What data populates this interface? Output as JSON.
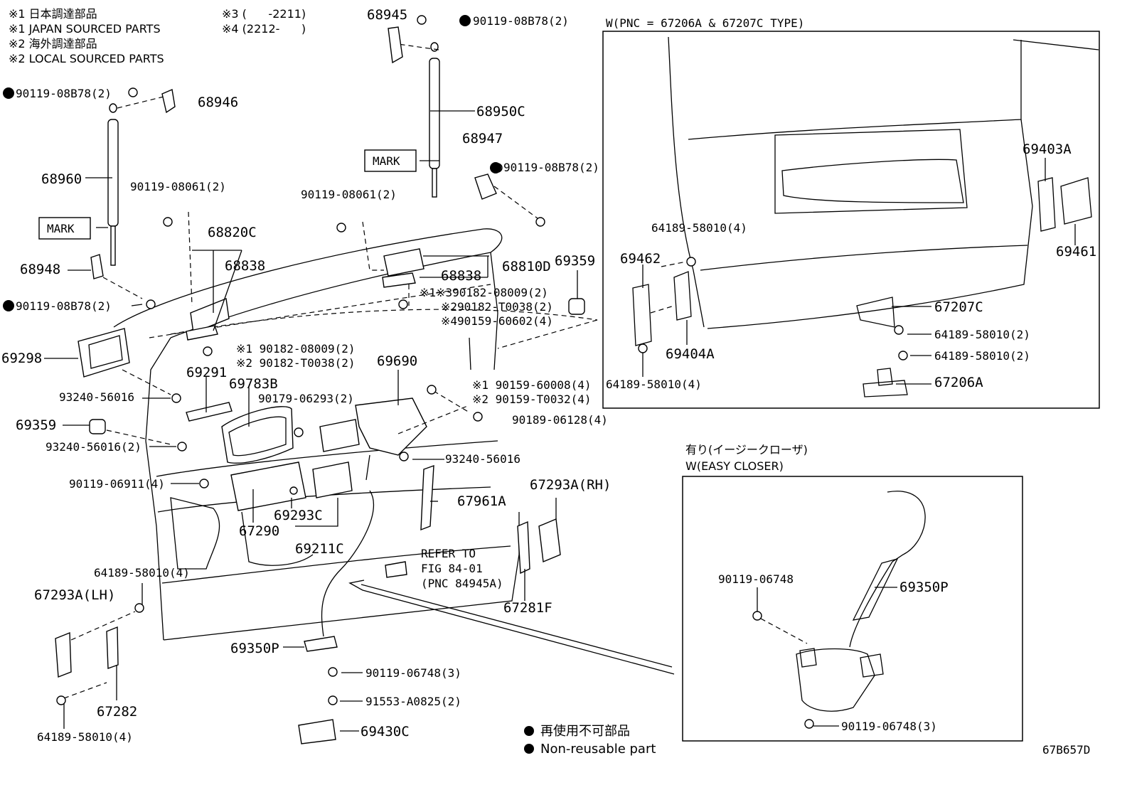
{
  "notes": {
    "n1_jp": "※1 日本調達部品",
    "n1_en": "※1 JAPAN SOURCED PARTS",
    "n2_jp": "※2 海外調達部品",
    "n2_en": "※2 LOCAL SOURCED PARTS",
    "n3": "※3 (      -2211)",
    "n4": "※4 (2212-      )"
  },
  "inset_w_title": "W(PNC = 67206A & 67207C TYPE)",
  "inset_closer_title_jp": "有り(イージークローザ)",
  "inset_closer_title_en": "W(EASY CLOSER)",
  "labels": {
    "p68945": "68945",
    "p90119_08B78_top": "90119-08B78(2)",
    "p90119_08B78_left": "90119-08B78(2)",
    "p68946": "68946",
    "p68950C": "68950C",
    "p68947": "68947",
    "p90119_08B78_mid": "90119-08B78(2)",
    "mark1": "MARK",
    "mark2": "MARK",
    "p68960": "68960",
    "p90119_08061_a": "90119-08061(2)",
    "p90119_08061_b": "90119-08061(2)",
    "p68820C": "68820C",
    "p68838_a": "68838",
    "p68838_b": "68838",
    "p68810D": "68810D",
    "p69359_r": "69359",
    "p68948": "68948",
    "p90119_08B78_low": "90119-08B78(2)",
    "n90182_08009_a": "※1※390182-08009(2)",
    "n90182_T0038_a": "※290182-T0038(2)",
    "n90159_60602": "※490159-60602(4)",
    "p69298": "69298",
    "n90182_08009_b": "※1 90182-08009(2)",
    "n90182_T0038_b": "※2 90182-T0038(2)",
    "p69291": "69291",
    "p69783B": "69783B",
    "p69690": "69690",
    "p90179_06293": "90179-06293(2)",
    "n90159_60008": "※1 90159-60008(4)",
    "n90159_T0032": "※2 90159-T0032(4)",
    "p93240_56016_a": "93240-56016",
    "p90189_06128": "90189-06128(4)",
    "p69359_l": "69359",
    "p93240_56016_b": "93240-56016(2)",
    "p93240_56016_c": "93240-56016",
    "p90119_06911": "90119-06911(4)",
    "p67293A_RH": "67293A(RH)",
    "p67961A": "67961A",
    "p69293C": "69293C",
    "p67290": "67290",
    "p69211C": "69211C",
    "refer1": "REFER TO",
    "refer2": "FIG 84-01",
    "refer3": "(PNC 84945A)",
    "p64189_58010_a": "64189-58010(4)",
    "p67293A_LH": "67293A(LH)",
    "p67281F": "67281F",
    "p69350P_a": "69350P",
    "p90119_06748_a": "90119-06748(3)",
    "p91553_A0825": "91553-A0825(2)",
    "p67282": "67282",
    "p64189_58010_b": "64189-58010(4)",
    "p69430C": "69430C",
    "p69403A": "69403A",
    "p64189_58010_c": "64189-58010(4)",
    "p69462": "69462",
    "p69461": "69461",
    "p67207C": "67207C",
    "p64189_58010_d": "64189-58010(2)",
    "p69404A": "69404A",
    "p64189_58010_e": "64189-58010(2)",
    "p64189_58010_f": "64189-58010(4)",
    "p67206A": "67206A",
    "p90119_06748_b": "90119-06748",
    "p69350P_b": "69350P",
    "p90119_06748_c": "90119-06748(3)"
  },
  "legend": {
    "jp": "再使用不可部品",
    "en": "Non-reusable part"
  },
  "diagram_code": "67B657D"
}
